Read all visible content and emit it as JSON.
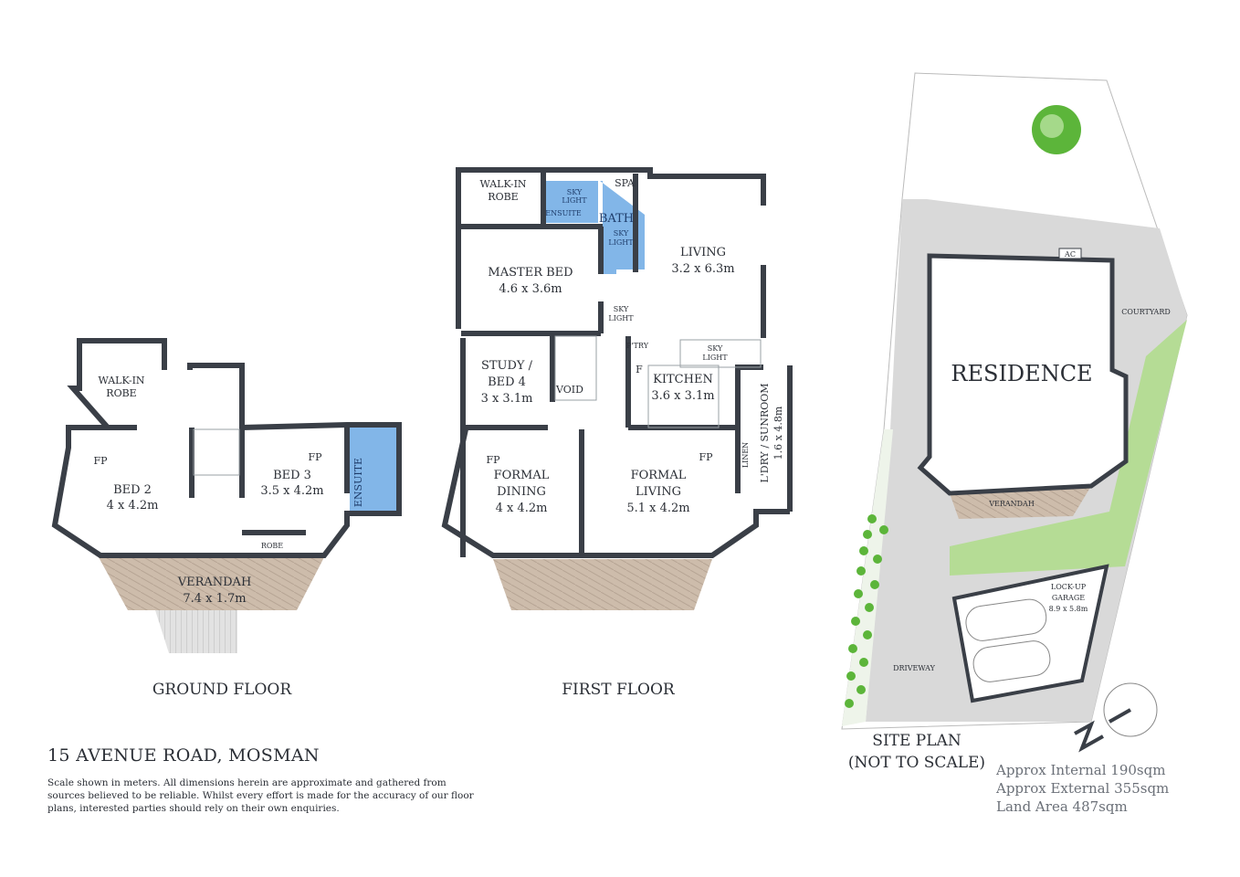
{
  "colors": {
    "wall": "#3a3f47",
    "paving": "#d9d9d9",
    "lawn": "#b5dc95",
    "wet_area": "#82b6e8",
    "deck": "#c8b7a6",
    "trees": "#5cb53a"
  },
  "ground_floor": {
    "title": "GROUND FLOOR",
    "rooms": {
      "walk_in_robe": [
        "WALK-IN",
        "ROBE"
      ],
      "bed2": {
        "name": "BED 2",
        "size": "4 x 4.2m"
      },
      "bed3": {
        "name": "BED 3",
        "size": "3.5 x 4.2m"
      },
      "ensuite": "ENSUITE",
      "robe": "ROBE",
      "fp1": "FP",
      "fp2": "FP",
      "verandah": {
        "name": "VERANDAH",
        "size": "7.4 x 1.7m"
      }
    }
  },
  "first_floor": {
    "title": "FIRST FLOOR",
    "rooms": {
      "walk_in_robe": [
        "WALK-IN",
        "ROBE"
      ],
      "ensuite": "ENSUITE",
      "sky_light": [
        "SKY",
        "LIGHT"
      ],
      "spa": "SPA",
      "bath": "BATH",
      "living": {
        "name": "LIVING",
        "size": "3.2 x 6.3m"
      },
      "master_bed": {
        "name": "MASTER BED",
        "size": "4.6 x 3.6m"
      },
      "study": {
        "name": [
          "STUDY /",
          "BED 4"
        ],
        "size": "3 x 3.1m"
      },
      "void": "VOID",
      "pantry": "P'TRY",
      "fridge": "F",
      "kitchen": {
        "name": "KITCHEN",
        "size": "3.6 x 3.1m"
      },
      "laundry": {
        "name": "L'DRY / SUNROOM",
        "size": "1.6 x 4.8m"
      },
      "linen": "LINEN",
      "formal_dining": {
        "name": [
          "FORMAL",
          "DINING"
        ],
        "size": "4 x 4.2m"
      },
      "formal_living": {
        "name": [
          "FORMAL",
          "LIVING"
        ],
        "size": "5.1 x 4.2m"
      },
      "fp1": "FP",
      "fp2": "FP"
    }
  },
  "site_plan": {
    "title": [
      "SITE PLAN",
      "(NOT TO SCALE)"
    ],
    "residence": "RESIDENCE",
    "ac": "AC",
    "courtyard": "COURTYARD",
    "verandah": "VERANDAH",
    "garage": {
      "name": [
        "LOCK-UP",
        "GARAGE"
      ],
      "size": "8.9 x 5.8m"
    },
    "driveway": "DRIVEWAY",
    "north_arrow": "north-arrow-icon"
  },
  "address": "15 AVENUE ROAD, MOSMAN",
  "disclaimer": "Scale shown in meters. All dimensions herein are approximate and gathered from sources believed to be  reliable. Whilst every effort is made for the accuracy of our floor plans, interested parties should rely on their own enquiries.",
  "areas": [
    "Approx Internal 190sqm",
    "Approx External 355sqm",
    "Land Area 487sqm"
  ]
}
